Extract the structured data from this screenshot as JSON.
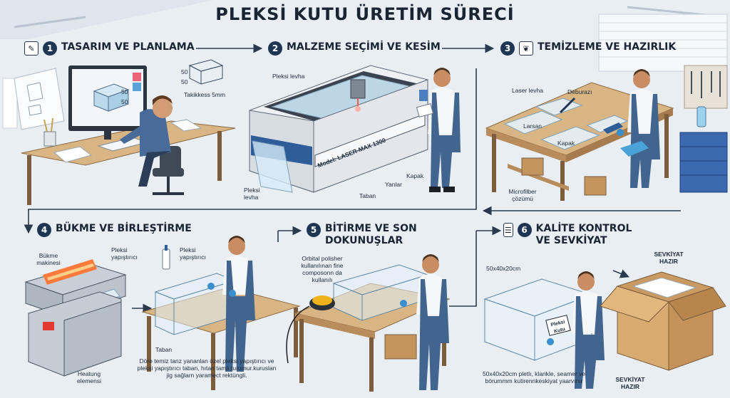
{
  "title": "PLEKSİ KUTU ÜRETİM SÜRECİ",
  "steps": [
    {
      "num": "1",
      "label": "TASARIM VE PLANLAMA",
      "icon": "blueprint-icon"
    },
    {
      "num": "2",
      "label": "MALZEME SEÇİMİ VE KESİM",
      "icon": ""
    },
    {
      "num": "3",
      "label": "TEMİZLEME VE HAZIRLIK",
      "icon": "brush-icon"
    },
    {
      "num": "4",
      "label": "BÜKME VE BİRLEŞTİRME",
      "icon": ""
    },
    {
      "num": "5",
      "label": "BİTİRME VE SON DOKUNUŞLAR",
      "icon": ""
    },
    {
      "num": "6",
      "label": "KALİTE KONTROL VE SEVKİYAT",
      "icon": "clipboard-icon"
    }
  ],
  "labels": {
    "dim1": "50",
    "dim2": "50",
    "dim3": "50",
    "dim4": "50",
    "thickness": "Takikkess 5mm",
    "pleksi_levha_top": "Pleksi levha",
    "pleksi_levha_bottom": "Pleksi levha",
    "machine_model": "Model: LASER-MAX 1300",
    "kapak2": "Kapak",
    "yanlar": "Yanlar",
    "taban2": "Taban",
    "laser_levha": "Laser levha",
    "deburazi": "Deburazı",
    "larsan": "Larsan",
    "kapak3": "Kapak",
    "microfiber": "Microfilber çözümü",
    "bukme_makinesi": "Bükme makinesi",
    "pleksi_yapistirici_a": "Pleksi yapıştırıcı",
    "pleksi_yapistirici_b": "Pleksi yapıştırıcı",
    "taban4": "Taban",
    "heating": "Heatung elemensi",
    "desc4": "Döre temiz tanz yananlan özel pleksi yapıştırıcı ve pleksi yapıştırıcı taban, hıtan tamlı turumur.kuruslan jig sağlarn yaramect rektüngli.",
    "orbital": "Orbital polisher kullanılınan fine composonn da kullanılı",
    "size6": "50x40x20cm",
    "tag6": "Pleksi Kutu",
    "sevkiyat_top": "SEVKİYAT HAZIR",
    "sevkiyat_bottom": "SEVKİYAT HAZIR",
    "desc6": "50x40x20cm pletlı, klarikle, seamer ve börummm kutirennkeskiyat yaarvınır"
  },
  "colors": {
    "navy": "#1f3554",
    "overall": "#41658f",
    "wood": "#d8b583",
    "acrylic": "#cfe5f2",
    "laser": "#ff5a4a"
  }
}
